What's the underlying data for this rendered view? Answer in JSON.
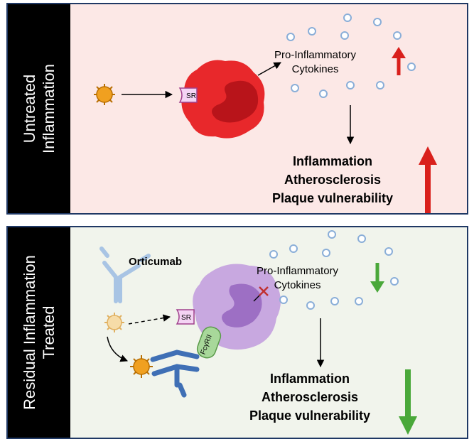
{
  "untreated": {
    "side_label_line1": "Untreated",
    "side_label_line2": "Inflammation",
    "receptor_label": "SR",
    "cytokines_line1": "Pro-Inflammatory",
    "cytokines_line2": "Cytokines",
    "outcomes": [
      "Inflammation",
      "Atherosclerosis",
      "Plaque vulnerability"
    ],
    "trend": "up",
    "trend_color": "#d9201c"
  },
  "treated": {
    "side_label_line1": "Residual Inflammation",
    "side_label_line2": "Treated",
    "drug_label": "Orticumab",
    "receptor_label": "SR",
    "fc_receptor_label": "FcγRII",
    "cytokines_line1": "Pro-Inflammatory",
    "cytokines_line2": "Cytokines",
    "outcomes": [
      "Inflammation",
      "Atherosclerosis",
      "Plaque vulnerability"
    ],
    "trend": "down",
    "trend_color": "#4aa83a"
  },
  "colors": {
    "panel_border": "#1f3864",
    "untreated_bg": "#fce8e6",
    "treated_bg": "#f1f4ec",
    "macrophage_active": "#e8282b",
    "macrophage_inactive": "#c8a8e0",
    "antibody": "#3f6fb5",
    "ldl_particle": "#f0a020"
  }
}
